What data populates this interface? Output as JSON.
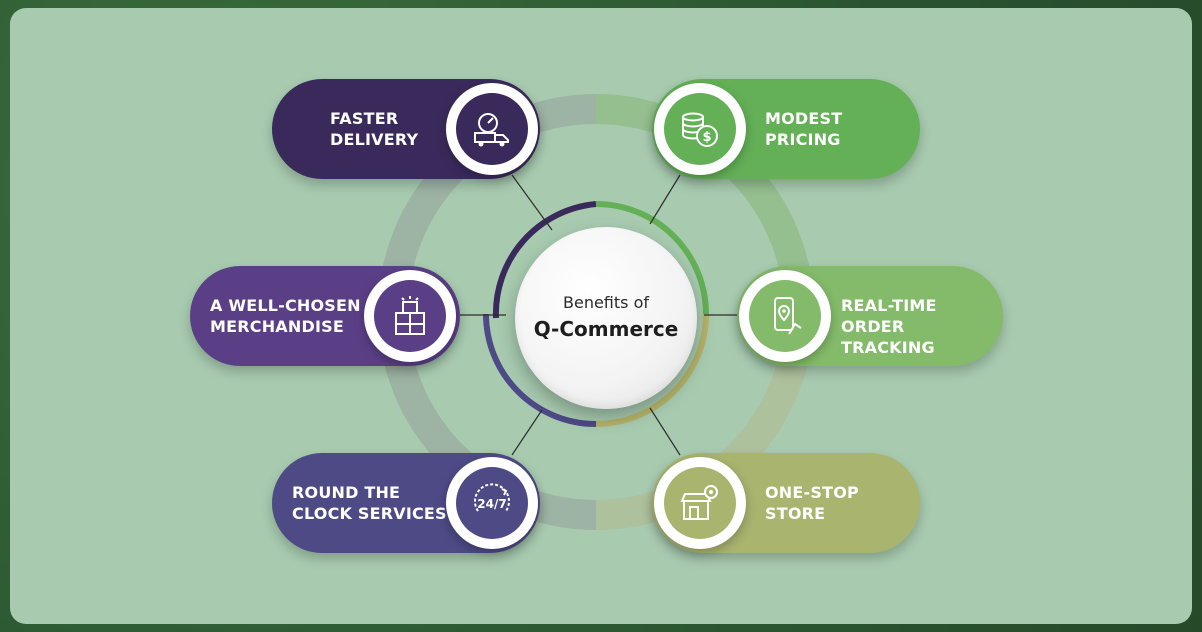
{
  "center": {
    "subtitle": "Benefits of",
    "title": "Q-Commerce"
  },
  "benefits": [
    {
      "label": "FASTER\nDELIVERY",
      "icon": "delivery-truck-speed-icon",
      "color": "#3a2a5c"
    },
    {
      "label": "MODEST\nPRICING",
      "icon": "coins-dollar-icon",
      "color": "#63b057"
    },
    {
      "label": "A WELL-CHOSEN\nMERCHANDISE",
      "icon": "stacked-boxes-icon",
      "color": "#5a3f86"
    },
    {
      "label": "REAL-TIME\nORDER TRACKING",
      "icon": "phone-location-icon",
      "color": "#84bb6a"
    },
    {
      "label": "ROUND THE\nCLOCK SERVICES",
      "icon": "clock-24-7-icon",
      "color": "#4d4a86"
    },
    {
      "label": "ONE-STOP\nSTORE",
      "icon": "store-location-icon",
      "color": "#a9b46f"
    }
  ]
}
